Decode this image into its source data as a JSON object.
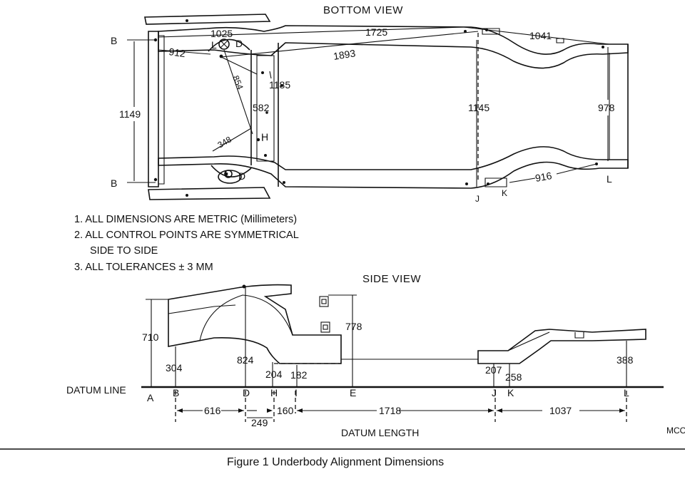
{
  "bottom_view": {
    "title": "BOTTOM VIEW",
    "points": {
      "b_top": "B",
      "b_bottom": "B",
      "l_top": "L",
      "d_top": "D",
      "d_bottom": "D",
      "h": "H",
      "j": "J",
      "k": "K",
      "l": "L"
    },
    "dimensions": {
      "d1025": "1025",
      "d1725": "1725",
      "d1041": "1041",
      "d912": "912",
      "d1893": "1893",
      "d854": "854",
      "d1185": "1185",
      "d1149": "1149",
      "d582": "582",
      "d1145": "1145",
      "d978": "978",
      "d348": "348",
      "d916": "916"
    }
  },
  "notes": [
    "1.  ALL DIMENSIONS ARE METRIC (Millimeters)",
    "2.  ALL CONTROL POINTS ARE SYMMETRICAL",
    "SIDE TO SIDE",
    "3.  ALL TOLERANCES ± 3 MM"
  ],
  "side_view": {
    "title": "SIDE VIEW",
    "datum_line": "DATUM LINE",
    "datum_length": "DATUM LENGTH",
    "points": {
      "a": "A",
      "b": "B",
      "d": "D",
      "h": "H",
      "i": "I",
      "e": "E",
      "j": "J",
      "k": "K",
      "l": "L"
    },
    "heights": {
      "h710": "710",
      "h304": "304",
      "h824": "824",
      "h204": "204",
      "h182": "182",
      "h778": "778",
      "h207": "207",
      "h258": "258",
      "h388": "388"
    },
    "lengths": {
      "l616": "616",
      "l249": "249",
      "l160": "160",
      "l1718": "1718",
      "l1037": "1037"
    }
  },
  "corner_code": "MCO",
  "caption": "Figure 1 Underbody Alignment Dimensions"
}
